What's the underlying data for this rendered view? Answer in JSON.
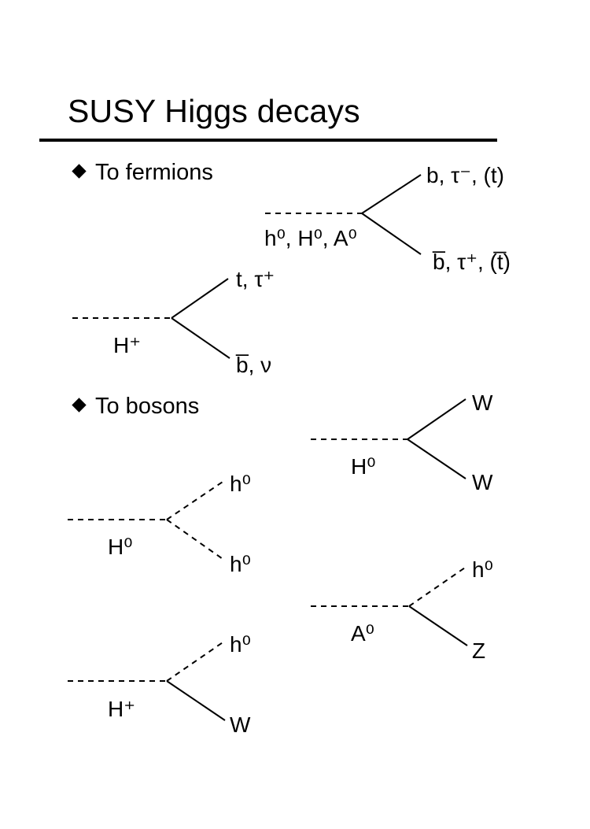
{
  "title": "SUSY Higgs decays",
  "sections": {
    "fermions": "To fermions",
    "bosons": "To bosons"
  },
  "labels": {
    "neutral_fermion_parent": "h⁰, H⁰, A⁰",
    "neutral_fermion_top": "b, τ⁻, (t)",
    "neutral_fermion_bottom": "b̅, τ⁺, (t̅)",
    "charged_fermion_parent": "H⁺",
    "charged_fermion_top": "t, τ⁺",
    "charged_fermion_bottom": "b̅, ν",
    "H0_WW_parent": "H⁰",
    "H0_WW_top": "W",
    "H0_WW_bottom": "W",
    "H0_hh_parent": "H⁰",
    "H0_hh_top": "h⁰",
    "H0_hh_bottom": "h⁰",
    "A0_hZ_parent": "A⁰",
    "A0_hZ_top": "h⁰",
    "A0_hZ_bottom": "Z",
    "Hplus_hW_parent": "H⁺",
    "Hplus_hW_top": "h⁰",
    "Hplus_hW_bottom": "W"
  }
}
